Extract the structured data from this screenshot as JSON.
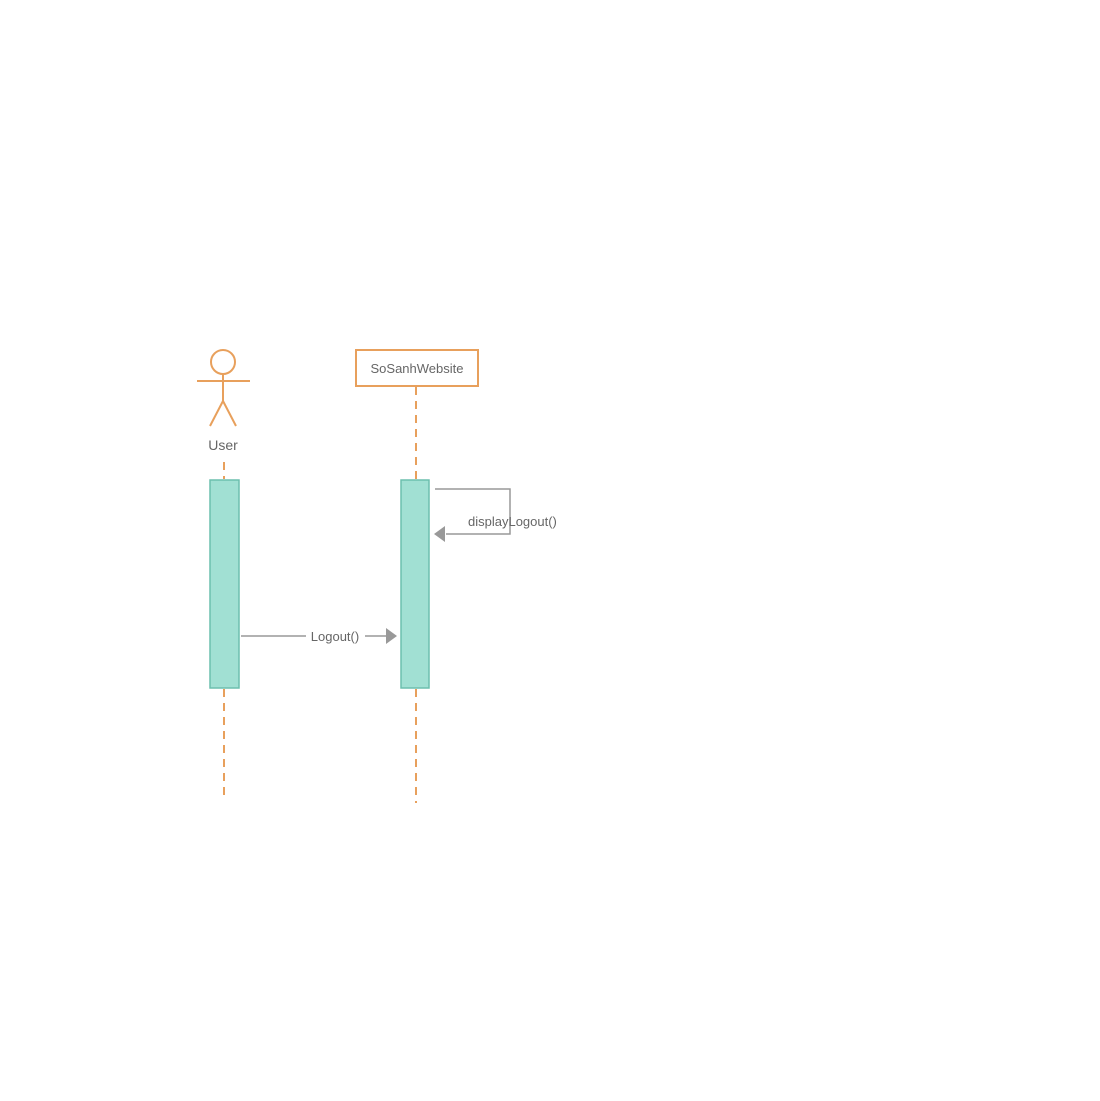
{
  "diagram": {
    "colors": {
      "lifeline": "#E8A05C",
      "activation_fill": "#A1E0D3",
      "activation_stroke": "#6CBFAE",
      "message": "#999999",
      "text": "#666666",
      "background": "#FFFFFF"
    },
    "participants": [
      {
        "id": "user",
        "kind": "actor",
        "label": "User"
      },
      {
        "id": "website",
        "kind": "object",
        "label": "SoSanhWebsite"
      }
    ],
    "messages": [
      {
        "from": "website",
        "to": "website",
        "label": "displayLogout()",
        "kind": "self"
      },
      {
        "from": "user",
        "to": "website",
        "label": "Logout()",
        "kind": "call"
      }
    ]
  }
}
